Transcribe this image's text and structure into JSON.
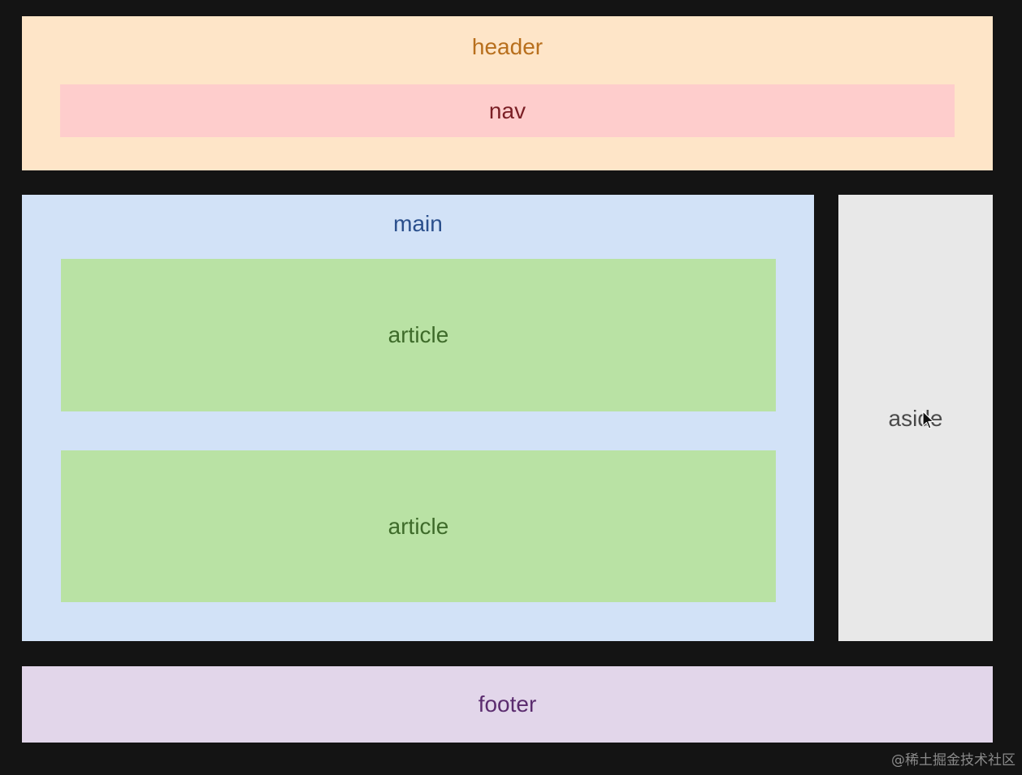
{
  "diagram": {
    "header": {
      "label": "header",
      "bg": "#fee5c8",
      "color": "#b86f1d"
    },
    "nav": {
      "label": "nav",
      "bg": "#fecdcc",
      "color": "#7a1f25"
    },
    "main": {
      "label": "main",
      "bg": "#d2e2f7",
      "color": "#2a4f8c"
    },
    "articles": [
      {
        "label": "article",
        "bg": "#b9e2a4",
        "color": "#3e6b2a"
      },
      {
        "label": "article",
        "bg": "#b9e2a4",
        "color": "#3e6b2a"
      }
    ],
    "aside": {
      "label": "aside",
      "bg": "#e8e8e8",
      "color": "#4a4a4a"
    },
    "footer": {
      "label": "footer",
      "bg": "#e2d6ea",
      "color": "#5b2c6f"
    }
  },
  "watermark": "@稀土掘金技术社区",
  "cursor_icon": "arrow-cursor-icon"
}
